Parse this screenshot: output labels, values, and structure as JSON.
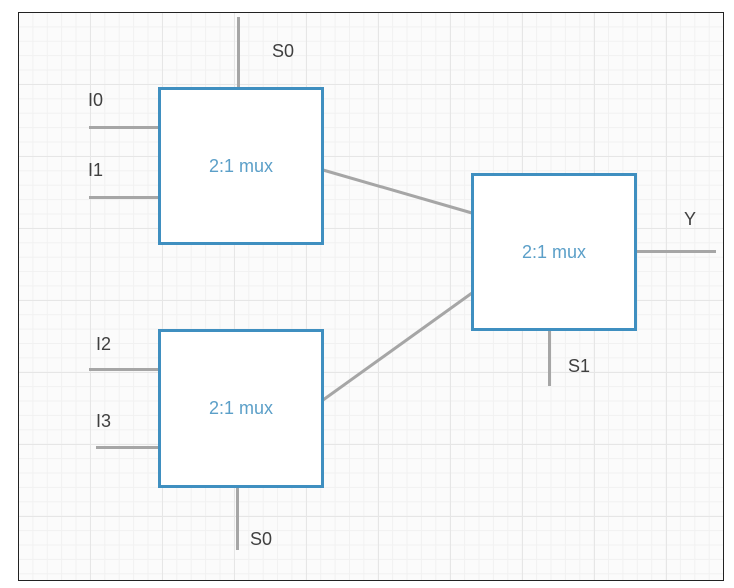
{
  "diagram": {
    "mux_top": {
      "label": "2:1 mux"
    },
    "mux_bottom": {
      "label": "2:1 mux"
    },
    "mux_output": {
      "label": "2:1 mux"
    },
    "inputs": {
      "i0": "I0",
      "i1": "I1",
      "i2": "I2",
      "i3": "I3"
    },
    "selects": {
      "s0_top": "S0",
      "s0_bottom": "S0",
      "s1": "S1"
    },
    "output": "Y"
  },
  "colors": {
    "box_border": "#3f8fc0",
    "box_text": "#5b9fc8",
    "wire": "#a6a6a6",
    "label": "#404040",
    "grid": "#e6e6e6"
  }
}
